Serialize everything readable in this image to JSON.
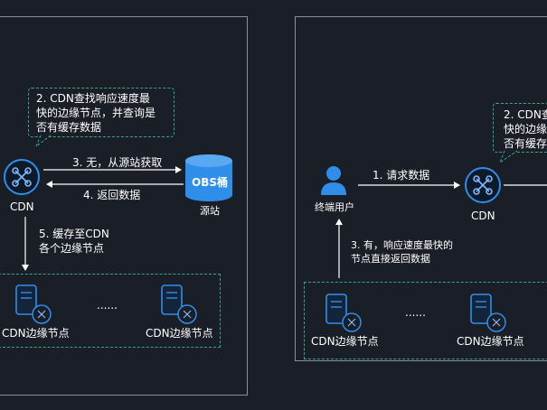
{
  "left": {
    "callout": [
      "2. CDN查找响应速度最",
      "快的边缘节点，并查询是",
      "否有缓存数据"
    ],
    "cdn_label": "CDN",
    "obs_label": "OBS桶",
    "source_label": "源站",
    "step3": "3. 无，从源站获取",
    "step4": "4. 返回数据",
    "step5": [
      "5. 缓存至CDN",
      "各个边缘节点"
    ],
    "edge_label": "CDN边缘节点",
    "ellipsis": "......"
  },
  "right": {
    "callout": [
      "2. CDN查",
      "快的边缘",
      "否有缓存"
    ],
    "user_label": "终端用户",
    "cdn_label": "CDN",
    "step1": "1. 请求数据",
    "step3": [
      "3. 有，响应速度最快的",
      "节点直接返回数据"
    ],
    "edge_label": "CDN边缘节点",
    "ellipsis": "......"
  },
  "colors": {
    "background": "#1a1e27",
    "accent": "#2f8eea",
    "dashed_border": "#2fa88e",
    "panel_border": "#8b8f97"
  }
}
